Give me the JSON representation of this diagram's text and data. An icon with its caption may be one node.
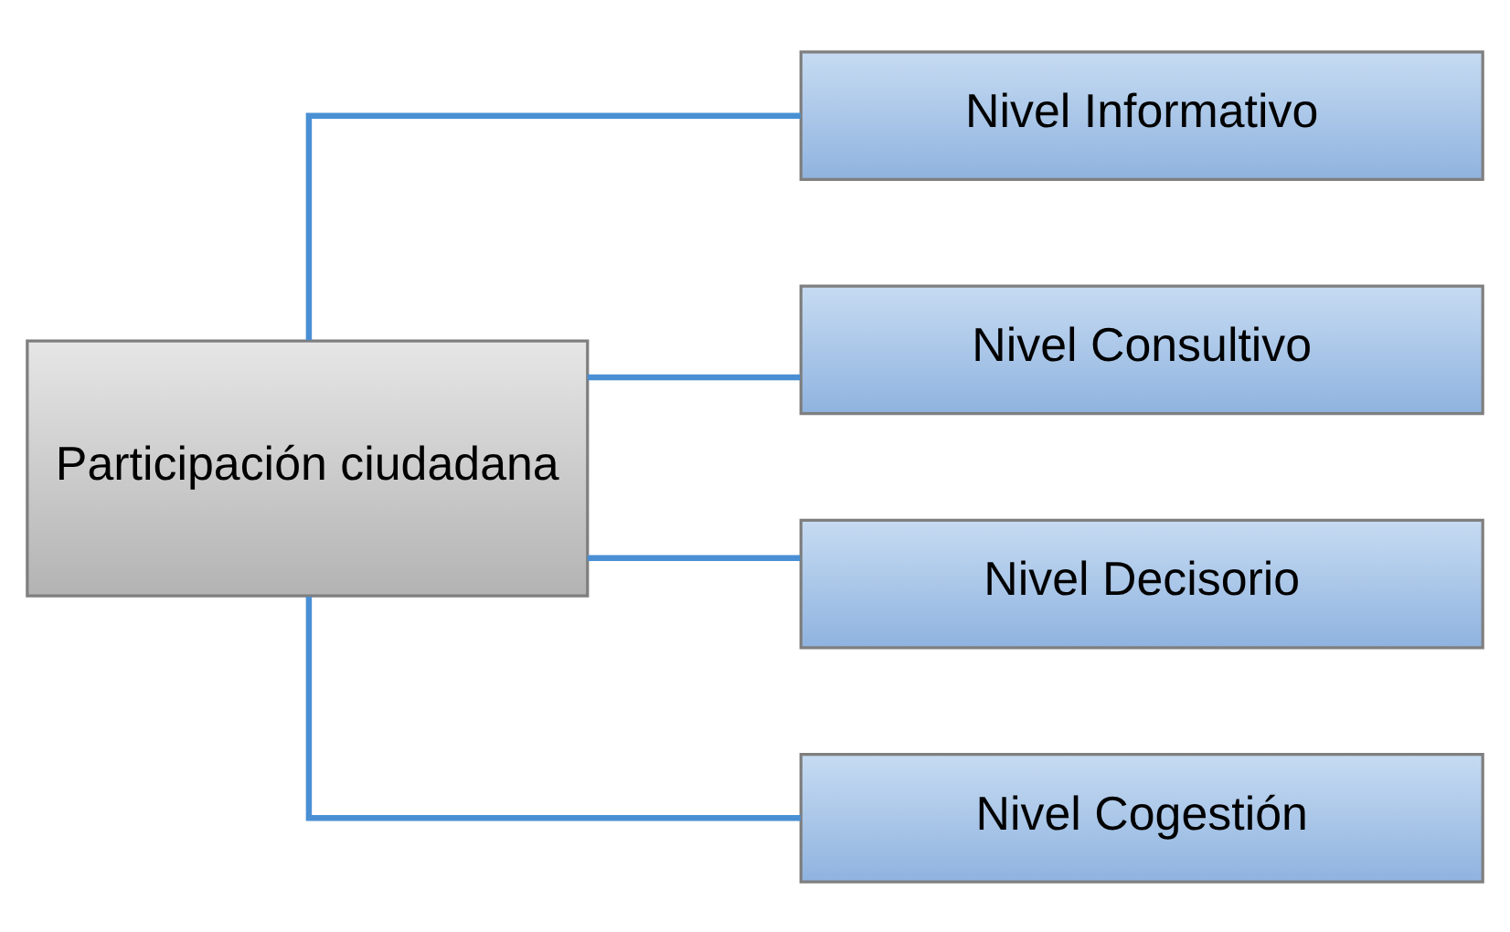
{
  "diagram": {
    "nodes": [
      {
        "text": [
          "Participación ciudadana"
        ]
      },
      {
        "text": [
          "Nivel Informativo"
        ]
      },
      {
        "text": [
          "Nivel Consultivo"
        ]
      },
      {
        "text": [
          "Nivel Decisorio"
        ]
      },
      {
        "text": [
          "Nivel Cogestión"
        ]
      }
    ],
    "edges": [
      {
        "from": 0,
        "to": 1,
        "arrow": "none"
      },
      {
        "from": 0,
        "to": 2,
        "arrow": "none"
      },
      {
        "from": 0,
        "to": 3,
        "arrow": "none"
      },
      {
        "from": 0,
        "to": 4,
        "arrow": "none"
      }
    ]
  }
}
